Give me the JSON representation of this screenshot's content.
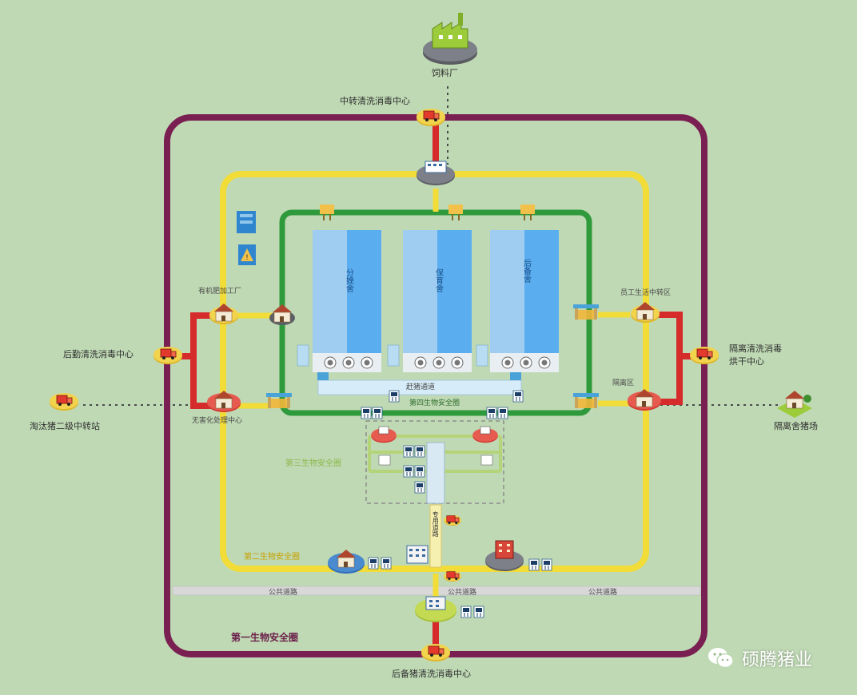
{
  "labels": {
    "feed_mill": "饲料厂",
    "top_disinfection_center": "中转清洗消毒中心",
    "left_disinfection_center": "后勤清洗消毒中心",
    "left_transfer_station": "淘汰猪二级中转站",
    "right_disinfection_center_line1": "隔离清洗消毒",
    "right_disinfection_center_line2": "烘干中心",
    "right_farm": "隔离舍猪场",
    "bottom_disinfection_center": "后备猪清洗消毒中心",
    "left_upper_building": "有机肥加工厂",
    "left_lower_building": "无害化处理中心",
    "right_upper_building": "员工生活中转区",
    "right_lower_building": "隔离区",
    "barn_1": "分娩舍",
    "barn_2": "保育舍",
    "barn_3": "后备舍",
    "inner_corridor": "赶猪通道",
    "dedicated_road": "专用道路",
    "public_road_1": "公共道路",
    "public_road_2": "公共道路",
    "public_road_3": "公共道路",
    "ring_first": "第一生物安全圈",
    "ring_second": "第二生物安全圈",
    "ring_third": "第三生物安全圈",
    "ring_fourth": "第四生物安全圈"
  },
  "watermark": {
    "text": "硕腾猪业",
    "icon": "wechat-icon"
  },
  "colors": {
    "background": "#bfd9b4",
    "ring_first": "#7a1f52",
    "ring_second": "#f2dc37",
    "ring_third": "#b5d47a",
    "ring_fourth": "#2f9a3c",
    "connector": "#d62b2b",
    "barn": "#9fcdf2",
    "barn_shade": "#5aaef0",
    "road": "#d8d8d8"
  },
  "icons": {
    "factory": "factory-icon",
    "truck": "truck-icon",
    "house": "house-icon",
    "building": "building-icon",
    "hazard": "hazard-sign-icon",
    "fan": "fan-icon",
    "shower": "shower-icon",
    "tree": "tree-icon"
  }
}
